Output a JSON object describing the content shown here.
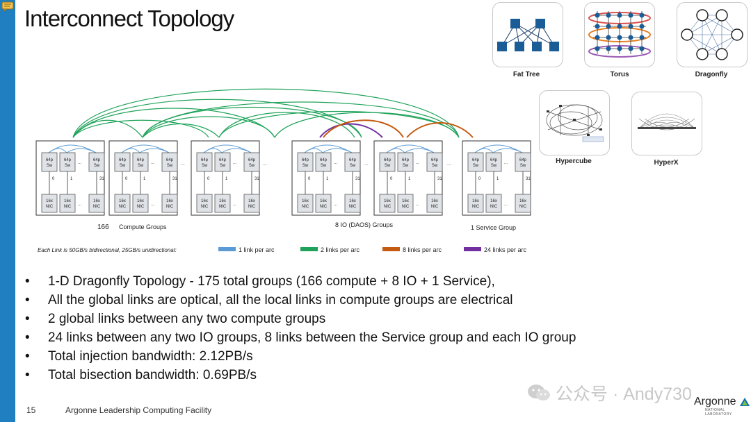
{
  "slide": {
    "title": "Interconnect Topology",
    "page_number": "15",
    "footer": "Argonne Leadership Computing Facility",
    "watermark": "公众号 · Andy730",
    "logo_text": "Argonne",
    "logo_subtext": "NATIONAL LABORATORY"
  },
  "topologies": [
    {
      "label": "Fat Tree",
      "icon": "fat-tree-icon"
    },
    {
      "label": "Torus",
      "icon": "torus-icon"
    },
    {
      "label": "Dragonfly",
      "icon": "dragonfly-icon"
    },
    {
      "label": "Hypercube",
      "icon": "hypercube-icon"
    },
    {
      "label": "HyperX",
      "icon": "hyperx-icon"
    }
  ],
  "diagram": {
    "switch_label_top": "64p",
    "switch_label_bottom": "Sw",
    "nic_label_top": "16x",
    "nic_label_bottom": "NIC",
    "ellipsis": "...",
    "port_labels": [
      "0",
      "1",
      "31"
    ],
    "group_labels": {
      "compute": "166",
      "compute_text": "Compute Groups",
      "io": "8 IO (DAOS) Groups",
      "service": "1 Service Group"
    },
    "legend_note": "Each Link is 50GB/s bidirectional, 25GB/s unidirectional:",
    "legend": [
      {
        "label": "1 link per arc",
        "color": "#5b9bd5"
      },
      {
        "label": "2 links per arc",
        "color": "#1fa35a"
      },
      {
        "label": "8 links per arc",
        "color": "#c55a11"
      },
      {
        "label": "24 links per arc",
        "color": "#7030a0"
      }
    ]
  },
  "bullets": [
    "1-D Dragonfly Topology - 175 total groups (166 compute + 8 IO + 1 Service),",
    "All the global links are optical, all the local links in compute groups are electrical",
    "2 global links between any two compute groups",
    "24 links between any two IO groups, 8 links between the Service group and each IO group",
    "Total injection bandwidth: 2.12PB/s",
    "Total bisection bandwidth: 0.69PB/s"
  ]
}
